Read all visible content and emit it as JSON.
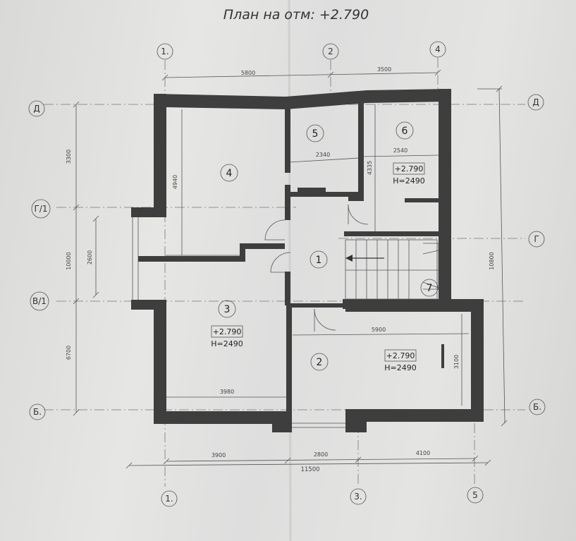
{
  "title": "План на отм: +2.790",
  "axes": {
    "top": [
      "1.",
      "2",
      "4"
    ],
    "bottom": [
      "1.",
      "3.",
      "5"
    ],
    "left": [
      "Д",
      "Г/1",
      "В/1",
      "Б."
    ],
    "right": [
      "Д",
      "Г",
      "Б."
    ]
  },
  "dims": {
    "top_5800": "5800",
    "top_3500": "3500",
    "bot_3900": "3900",
    "bot_2800": "2800",
    "bot_4100": "4100",
    "bot_total": "11500",
    "left_3300": "3300",
    "left_10000": "10000",
    "left_2600": "2600",
    "left_6700": "6700",
    "right_10800": "10800",
    "r4_4940": "4940",
    "r5_2340": "2340",
    "r6_2540": "2540",
    "r6_4335": "4335",
    "r3_3980": "3980",
    "r2_5900": "5900",
    "r2_3100": "3100"
  },
  "rooms": {
    "r1": "1",
    "r2": "2",
    "r3": "3",
    "r4": "4",
    "r5": "5",
    "r6": "6",
    "r7": "7"
  },
  "levels": {
    "r6_level": "+2.790",
    "r6_height": "H=2490",
    "r3_level": "+2.790",
    "r3_height": "H=2490",
    "r2_level": "+2.790",
    "r2_height": "H=2490"
  }
}
